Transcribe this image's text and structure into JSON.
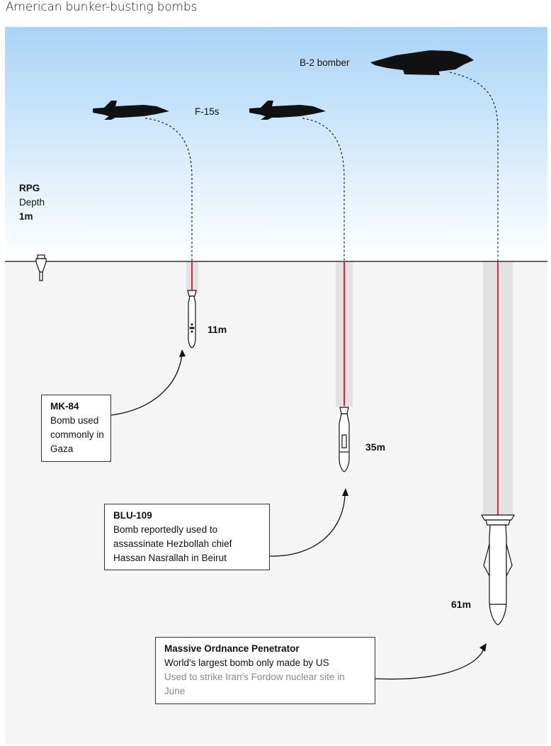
{
  "title": "American bunker-busting bombs",
  "aircraft": {
    "f15_label": "F-15s",
    "b2_label": "B-2 bomber"
  },
  "rpg": {
    "name": "RPG",
    "depth_label": "Depth",
    "depth": "1m"
  },
  "bombs": [
    {
      "depth": "11m",
      "name": "MK-84",
      "desc_lines": [
        "Bomb used",
        "commonly in",
        "Gaza"
      ],
      "note_lines": []
    },
    {
      "depth": "35m",
      "name": "BLU-109",
      "desc_lines": [
        "Bomb reportedly used to",
        "assassinate Hezbollah chief",
        "Hassan Nasrallah in Beirut"
      ],
      "note_lines": []
    },
    {
      "depth": "61m",
      "name": "Massive Ordnance Penetrator",
      "desc_lines": [
        "World's largest bomb only made by US"
      ],
      "note_lines": [
        "Used to strike Iran's Fordow nuclear site in",
        "June"
      ]
    }
  ],
  "colors": {
    "sky_top": "#a9d4f7",
    "ground": "#f5f5f5",
    "trail": "#e8223a",
    "shaft": "#e2e2e2"
  }
}
